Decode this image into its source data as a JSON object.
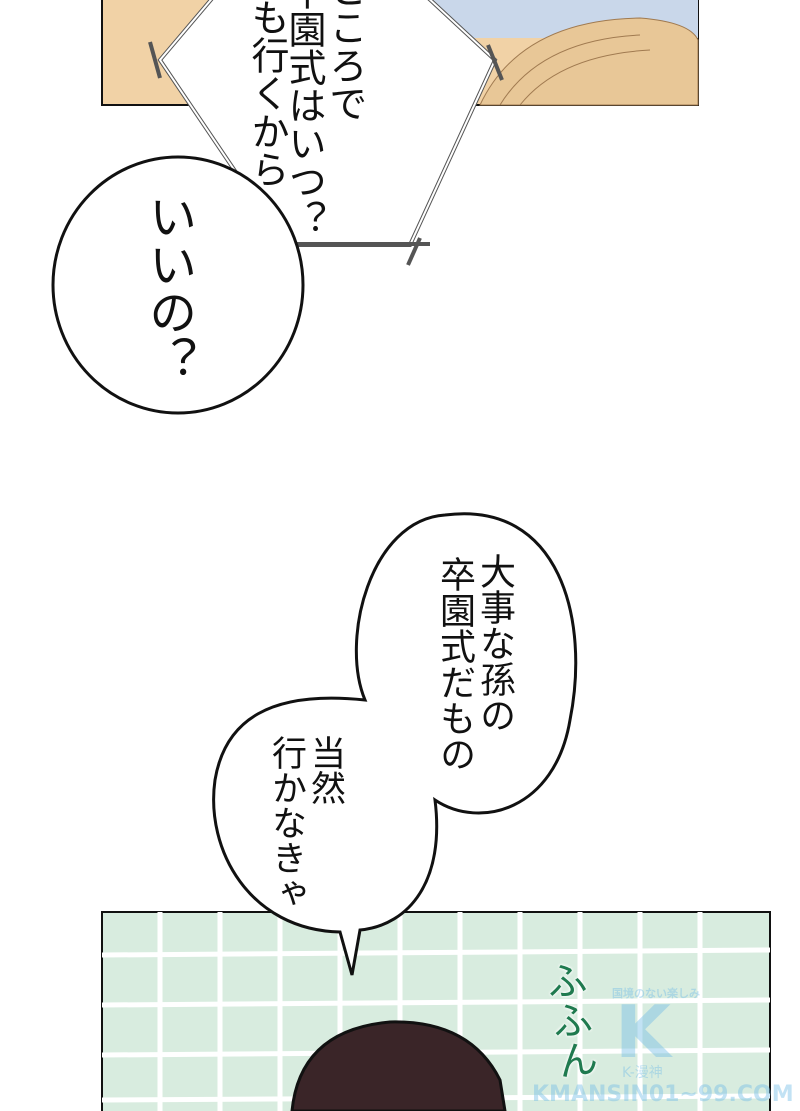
{
  "panel_top": {
    "hex_bubble": {
      "lines": [
        "ところで",
        "卒園式はいつ？",
        "私も行くから"
      ]
    }
  },
  "oval_bubble": {
    "text": "いいの？"
  },
  "double_bubble": {
    "upper": [
      "大事な孫の",
      "卒園式だもの"
    ],
    "lower": [
      "当然",
      "行かなきゃ"
    ]
  },
  "panel_bottom": {
    "sfx": "ふふん",
    "sfx_color": "#1f7a4f",
    "tile_color": "#d8ecdf"
  },
  "watermark": {
    "tagline": "国境のない楽しみ",
    "logo": "K",
    "name": "K-漫神",
    "site": "KMANSIN01~99.COM"
  }
}
